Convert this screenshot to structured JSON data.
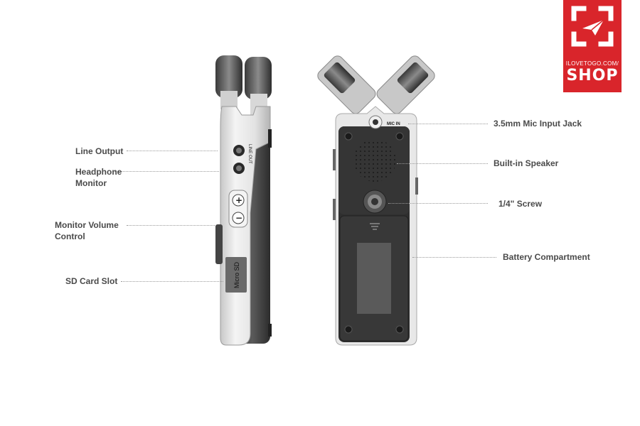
{
  "brand": {
    "site": "ILOVETOGO.COM/",
    "shop": "SHOP",
    "color": "#d9252b"
  },
  "side_view": {
    "jack_text": "LINE OUT",
    "plus": "+",
    "minus": "−",
    "card_text": "Micro SD"
  },
  "back_view": {
    "mic_in_text": "MIC IN"
  },
  "labels": {
    "line_output": "Line Output",
    "headphone_1": "Headphone",
    "headphone_2": "Monitor",
    "volume_1": "Monitor Volume",
    "volume_2": "Control",
    "sd_card": "SD Card Slot",
    "mic_jack": "3.5mm Mic Input Jack",
    "speaker": "Built-in Speaker",
    "screw": "1/4\" Screw",
    "battery": "Battery Compartment"
  }
}
